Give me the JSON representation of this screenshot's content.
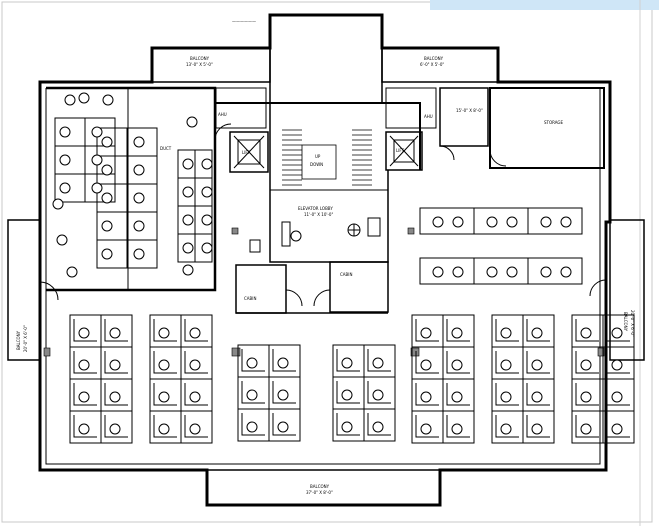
{
  "sheet": {
    "top_tag": "——————",
    "tab_color": "#cfe6f7"
  },
  "labels": {
    "balcony_top_left": [
      "BALCONY",
      "13'-0\" X 5'-0\""
    ],
    "balcony_top_right": [
      "BALCONY",
      "6'-0\" X 5'-0\""
    ],
    "balcony_bottom": [
      "BALCONY",
      "37'-0\" X 8'-0\""
    ],
    "balcony_left": [
      "BALCONY",
      "20'-0\" X 6'-0\""
    ],
    "balcony_right": [
      "BALCONY",
      "20'-0\" X 6'-0\""
    ],
    "storage": [
      "STORAGE",
      "15'-0\" X 8'-0\""
    ],
    "elevator_lobby": [
      "ELEVATOR LOBBY",
      "11'-0\" X 10'-0\""
    ],
    "lift_left": "LIFT",
    "lift_right": "LIFT",
    "stair": [
      "UP",
      "DOWN"
    ],
    "cabin": "CABIN",
    "ahu": "AHU",
    "duct": "DUCT"
  },
  "colors": {
    "line": "#000000",
    "paper": "#ffffff",
    "frame": "#d0d0d0"
  }
}
